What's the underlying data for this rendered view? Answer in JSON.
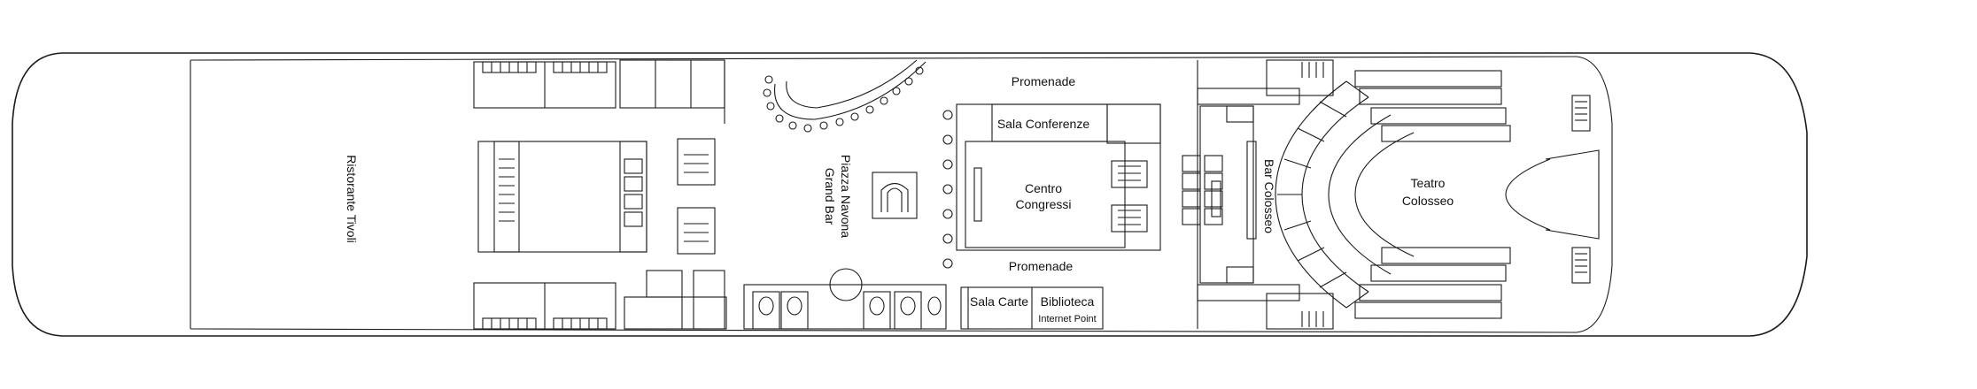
{
  "labels": {
    "ristorante": "Ristorante Tivoli",
    "piazza_line1": "Piazza Navona",
    "piazza_line2": "Grand Bar",
    "promenade_top": "Promenade",
    "promenade_bottom": "Promenade",
    "sala_conferenze": "Sala Conferenze",
    "centro_line1": "Centro",
    "centro_line2": "Congressi",
    "sala_carte": "Sala Carte",
    "biblioteca": "Biblioteca",
    "internet_point": "Internet Point",
    "bar_colosseo": "Bar Colosseo",
    "teatro_line1": "Teatro",
    "teatro_line2": "Colosseo"
  },
  "colors": {
    "line": "#1a1a1a",
    "background": "#ffffff"
  }
}
